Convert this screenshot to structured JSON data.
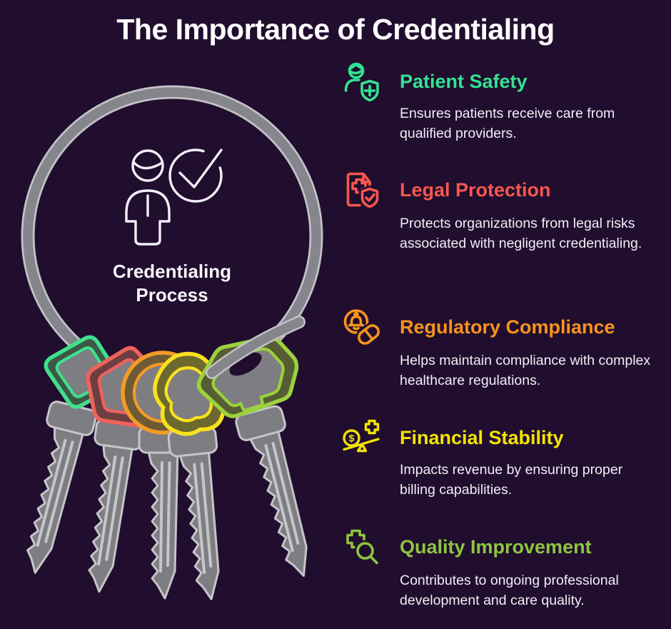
{
  "title": "The Importance of Credentialing",
  "keyring": {
    "label": "Credentialing Process",
    "center_icon": "person-check-icon"
  },
  "features": [
    {
      "id": "patient-safety",
      "title": "Patient Safety",
      "description": "Ensures patients receive care from qualified providers.",
      "color": "#31e392",
      "icon": "clinician-shield-plus-icon"
    },
    {
      "id": "legal-protection",
      "title": "Legal Protection",
      "description": "Protects organizations from legal risks associated with negligent credentialing.",
      "color": "#f5574f",
      "icon": "medical-document-shield-check-icon"
    },
    {
      "id": "regulatory-compliance",
      "title": "Regulatory Compliance",
      "description": "Helps maintain compliance with complex healthcare regulations.",
      "color": "#f7941d",
      "icon": "bell-circle-pill-icon"
    },
    {
      "id": "financial-stability",
      "title": "Financial Stability",
      "description": "Impacts revenue by ensuring proper billing capabilities.",
      "color": "#f2e400",
      "icon": "dollar-balance-cross-icon"
    },
    {
      "id": "quality-improvement",
      "title": "Quality Improvement",
      "description": "Contributes to ongoing professional development and care quality.",
      "color": "#8dc63f",
      "icon": "medical-cross-magnifier-icon"
    }
  ],
  "colors": {
    "background": "#210d2e",
    "title_text": "#ffffff",
    "body_text": "#f2edf5",
    "ring_gray": "#85858c",
    "ring_edge": "#c3c2c8",
    "key_gray": "#7d7d82",
    "key_outline": "#c6c5ca",
    "key_head_colors": [
      "#3ee08b",
      "#f0625c",
      "#f49b26",
      "#f8e11d",
      "#9ad13c"
    ]
  }
}
